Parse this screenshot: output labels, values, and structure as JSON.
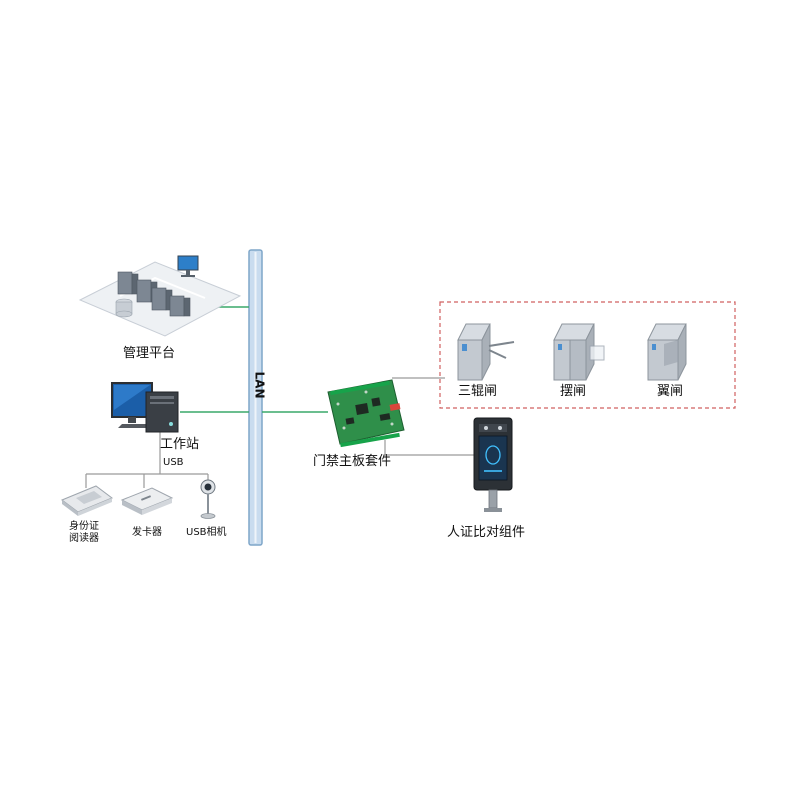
{
  "network": {
    "lan_label": "LAN"
  },
  "nodes": {
    "platform": {
      "label": "管理平台"
    },
    "workstation": {
      "label": "工作站",
      "interface": "USB"
    },
    "id_reader": {
      "label_line1": "身份证",
      "label_line2": "阅读器"
    },
    "card_issuer": {
      "label": "发卡器"
    },
    "usb_camera": {
      "label": "USB相机"
    },
    "controller": {
      "label": "门禁主板套件"
    },
    "face_verify": {
      "label": "人证比对组件"
    }
  },
  "gates": {
    "items": [
      {
        "label": "三辊闸"
      },
      {
        "label": "摆闸"
      },
      {
        "label": "翼闸"
      }
    ]
  },
  "colors": {
    "lan_bus": "#c9dcef",
    "lan_border": "#7fa6c9",
    "link_green": "#3aa86a",
    "link_gray": "#9a9a9a",
    "group_border": "#d06060",
    "pcb_green": "#2f8f4a"
  }
}
